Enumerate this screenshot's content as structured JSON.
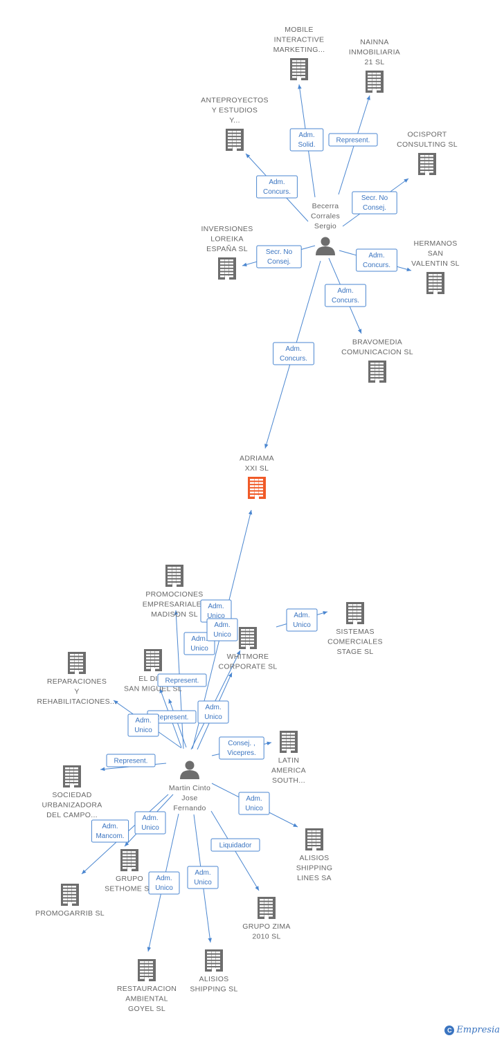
{
  "nodes": [
    {
      "id": "mobile",
      "type": "company",
      "label": [
        "MOBILE",
        "INTERACTIVE",
        "MARKETING..."
      ]
    },
    {
      "id": "nainna",
      "type": "company",
      "label": [
        "NAINNA",
        "INMOBILIARIA",
        "21 SL"
      ]
    },
    {
      "id": "anteproyectos",
      "type": "company",
      "label": [
        "ANTEPROYECTOS",
        "Y ESTUDIOS",
        "Y..."
      ]
    },
    {
      "id": "ocisport",
      "type": "company",
      "label": [
        "OCISPORT",
        "CONSULTING SL"
      ]
    },
    {
      "id": "becerra",
      "type": "person",
      "label": [
        "Becerra",
        "Corrales",
        "Sergio"
      ]
    },
    {
      "id": "inversiones",
      "type": "company",
      "label": [
        "INVERSIONES",
        "LOREIKA",
        "ESPAÑA SL"
      ]
    },
    {
      "id": "hermanos",
      "type": "company",
      "label": [
        "HERMANOS",
        "SAN",
        "VALENTIN SL"
      ]
    },
    {
      "id": "bravomedia",
      "type": "company",
      "label": [
        "BRAVOMEDIA",
        "COMUNICACION SL"
      ]
    },
    {
      "id": "adriama",
      "type": "company",
      "highlight": true,
      "label": [
        "ADRIAMA",
        "XXI SL"
      ]
    },
    {
      "id": "promociones",
      "type": "company",
      "label": [
        "PROMOCIONES",
        "EMPRESARIALES",
        "MADISON SL"
      ]
    },
    {
      "id": "sistemas",
      "type": "company",
      "label": [
        "SISTEMAS",
        "COMERCIALES",
        "STAGE SL"
      ]
    },
    {
      "id": "whitmore",
      "type": "company",
      "label": [
        "WHITMORE",
        "CORPORATE SL"
      ]
    },
    {
      "id": "reparaciones",
      "type": "company",
      "label": [
        "REPARACIONES",
        "Y",
        "REHABILITACIONES..."
      ]
    },
    {
      "id": "eldiez",
      "type": "company",
      "label": [
        "EL DIEZ",
        "SAN MIGUEL SL"
      ]
    },
    {
      "id": "latin",
      "type": "company",
      "label": [
        "LATIN",
        "AMERICA",
        "SOUTH..."
      ]
    },
    {
      "id": "sociedad",
      "type": "company",
      "label": [
        "SOCIEDAD",
        "URBANIZADORA",
        "DEL CAMPO..."
      ]
    },
    {
      "id": "martin",
      "type": "person",
      "label": [
        "Martin Cinto",
        "Jose",
        "Fernando"
      ]
    },
    {
      "id": "alisios_lines",
      "type": "company",
      "label": [
        "ALISIOS",
        "SHIPPING",
        "LINES SA"
      ]
    },
    {
      "id": "sethome",
      "type": "company",
      "label": [
        "GRUPO",
        "SETHOME SA"
      ]
    },
    {
      "id": "promogarrib",
      "type": "company",
      "label": [
        "PROMOGARRIB SL"
      ]
    },
    {
      "id": "zima",
      "type": "company",
      "label": [
        "GRUPO ZIMA",
        "2010 SL"
      ]
    },
    {
      "id": "restauracion",
      "type": "company",
      "label": [
        "RESTAURACION",
        "AMBIENTAL",
        "GOYEL SL"
      ]
    },
    {
      "id": "alisios_shipping",
      "type": "company",
      "label": [
        "ALISIOS",
        "SHIPPING SL"
      ]
    }
  ],
  "edges": [
    {
      "from": "becerra",
      "to": "mobile",
      "label": [
        "Adm.",
        "Solid."
      ]
    },
    {
      "from": "becerra",
      "to": "nainna",
      "label": [
        "Represent."
      ]
    },
    {
      "from": "becerra",
      "to": "anteproyectos",
      "label": [
        "Adm.",
        "Concurs."
      ]
    },
    {
      "from": "becerra",
      "to": "ocisport",
      "label": [
        "Secr.  No",
        "Consej."
      ]
    },
    {
      "from": "becerra",
      "to": "inversiones",
      "label": [
        "Secr.  No",
        "Consej."
      ]
    },
    {
      "from": "becerra",
      "to": "hermanos",
      "label": [
        "Adm.",
        "Concurs."
      ]
    },
    {
      "from": "becerra",
      "to": "bravomedia",
      "label": [
        "Adm.",
        "Concurs."
      ]
    },
    {
      "from": "becerra",
      "to": "adriama",
      "label": [
        "Adm.",
        "Concurs."
      ]
    },
    {
      "from": "martin",
      "to": "adriama",
      "label": [
        "Adm.",
        "Unico"
      ]
    },
    {
      "from": "martin",
      "to": "promociones",
      "label": [
        "Adm.",
        "Unico"
      ]
    },
    {
      "from": "martin",
      "to": "whitmore",
      "label": [
        "Adm.",
        "Unico"
      ]
    },
    {
      "from": "martin",
      "to": "whitmore",
      "label": [
        "Adm.",
        "Unico"
      ]
    },
    {
      "from": "whitmore",
      "to": "sistemas",
      "label": [
        "Adm.",
        "Unico"
      ]
    },
    {
      "from": "martin",
      "to": "eldiez",
      "label": [
        "Represent."
      ]
    },
    {
      "from": "martin",
      "to": "eldiez",
      "label": [
        "Represent."
      ]
    },
    {
      "from": "martin",
      "to": "reparaciones",
      "label": [
        "Adm.",
        "Unico"
      ]
    },
    {
      "from": "martin",
      "to": "latin",
      "label": [
        "Consej. ,",
        "Vicepres."
      ]
    },
    {
      "from": "martin",
      "to": "sociedad",
      "label": [
        "Represent."
      ]
    },
    {
      "from": "martin",
      "to": "alisios_lines",
      "label": [
        "Adm.",
        "Unico"
      ]
    },
    {
      "from": "martin",
      "to": "sethome",
      "label": [
        "Adm.",
        "Unico"
      ]
    },
    {
      "from": "martin",
      "to": "promogarrib",
      "label": [
        "Adm.",
        "Mancom."
      ]
    },
    {
      "from": "martin",
      "to": "zima",
      "label": [
        "Liquidador"
      ]
    },
    {
      "from": "martin",
      "to": "restauracion",
      "label": [
        "Adm.",
        "Unico"
      ]
    },
    {
      "from": "martin",
      "to": "alisios_shipping",
      "label": [
        "Adm.",
        "Unico"
      ]
    }
  ],
  "colors": {
    "edge": "#4a86d0",
    "edge_text": "#3a74c0",
    "icon": "#6d6d6d",
    "icon_highlight": "#f05a28",
    "label": "#666666"
  },
  "brand": {
    "mark": "C",
    "name": "Empresia"
  }
}
